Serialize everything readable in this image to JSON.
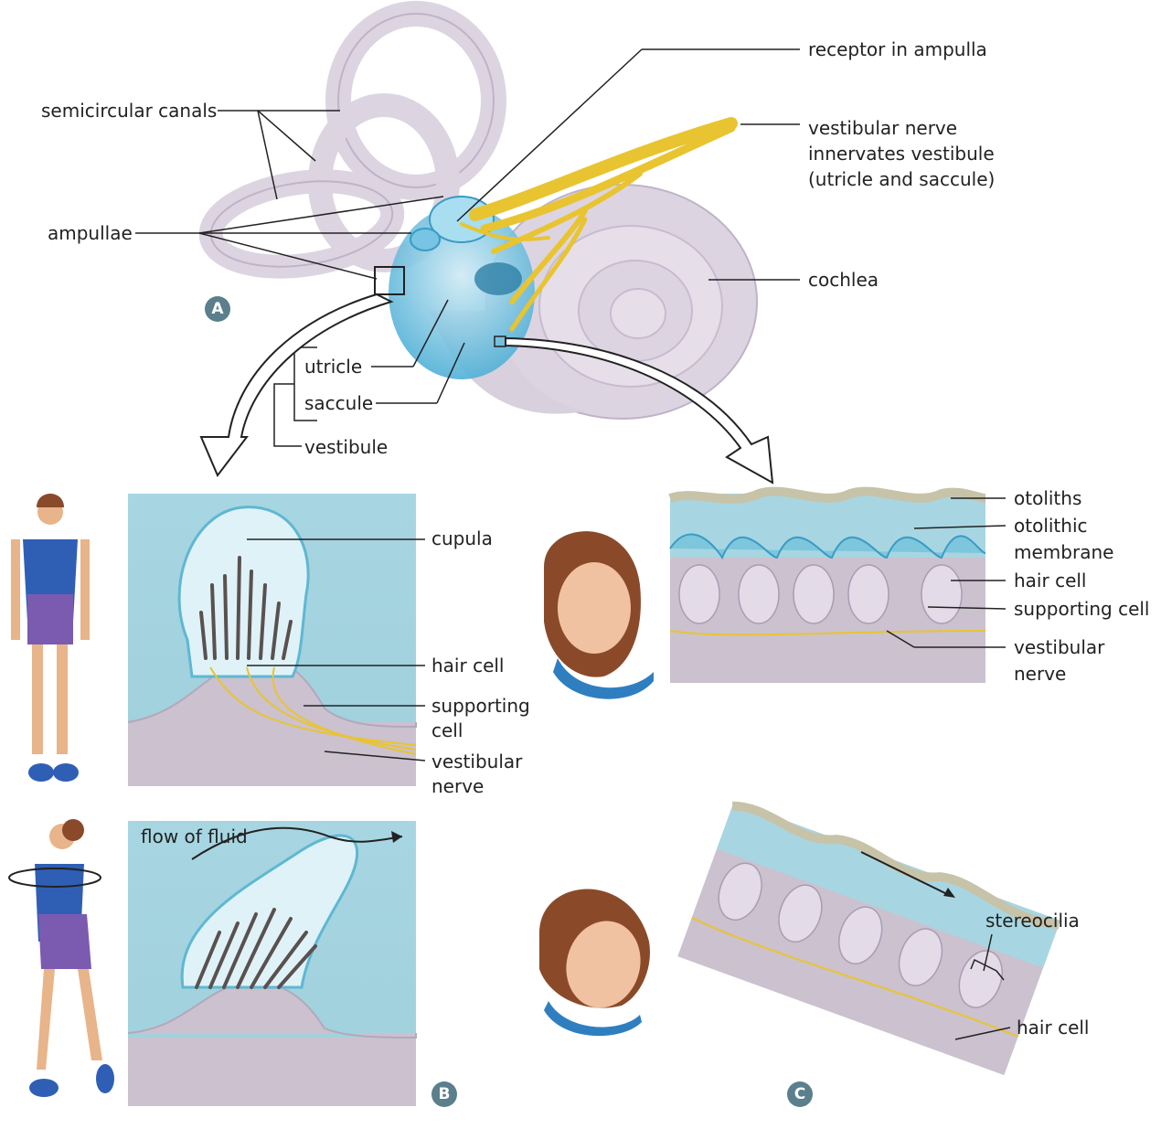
{
  "labels": {
    "semicircular_canals": "semicircular canals",
    "ampullae": "ampullae",
    "receptor_in_ampulla": "receptor in ampulla",
    "vestibular_nerve_line1": "vestibular nerve",
    "vestibular_nerve_line2": "innervates vestibule",
    "vestibular_nerve_line3": "(utricle and saccule)",
    "cochlea": "cochlea",
    "utricle": "utricle",
    "saccule": "saccule",
    "vestibule": "vestibule",
    "cupula": "cupula",
    "hair_cell_b": "hair cell",
    "supporting_cell_b_line1": "supporting",
    "supporting_cell_b_line2": "cell",
    "vestibular_nerve_b_line1": "vestibular",
    "vestibular_nerve_b_line2": "nerve",
    "flow_of_fluid": "flow of fluid",
    "otoliths": "otoliths",
    "otolithic_membrane_line1": "otolithic",
    "otolithic_membrane_line2": "membrane",
    "hair_cell_c": "hair cell",
    "supporting_cell_c": "supporting cell",
    "vestibular_nerve_c_line1": "vestibular",
    "vestibular_nerve_c_line2": "nerve",
    "stereocilia": "stereocilia",
    "hair_cell_c2": "hair cell"
  },
  "badges": {
    "a": "A",
    "b": "B",
    "c": "C"
  },
  "colors": {
    "membrane": "#d9d0dd",
    "fluid": "#9fd3e1",
    "nerve": "#e8c431",
    "tissue": "#cbc1cf",
    "badge": "#5b7f8c",
    "suit_blue": "#2f5fb5",
    "suit_purple": "#7a5bb0"
  }
}
